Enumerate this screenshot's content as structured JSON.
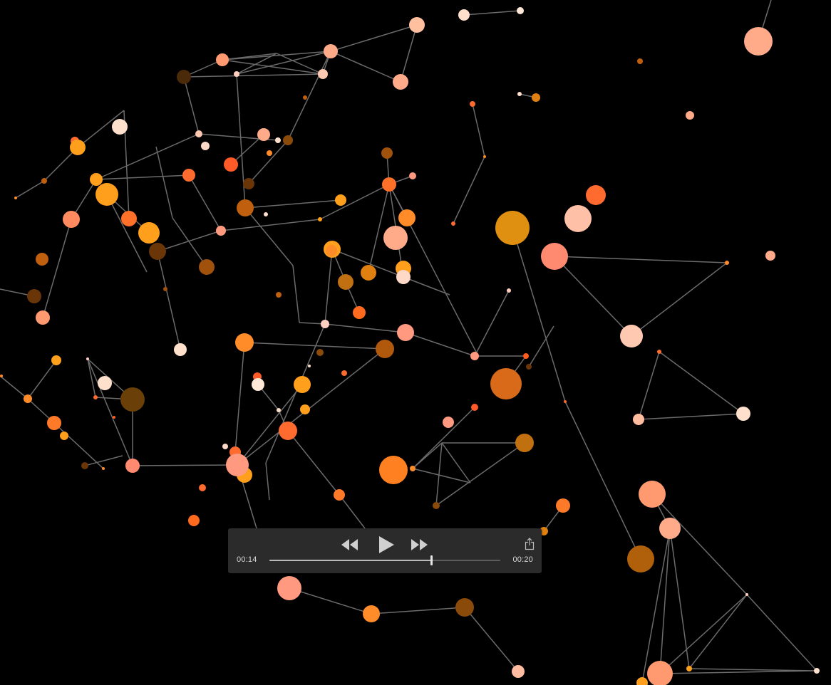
{
  "player": {
    "current_time": "00:14",
    "total_time": "00:20",
    "progress": 0.7,
    "buttons": {
      "rewind_icon": "rewind-icon",
      "play_icon": "play-icon",
      "forward_icon": "fast-forward-icon",
      "share_icon": "share-icon"
    }
  },
  "colors": {
    "background": "#000000",
    "edge": "#6b6b6b",
    "controls_bg": "#2b2b2b",
    "node_palette": [
      "#ff8c28",
      "#ff6a2e",
      "#ff9f1c",
      "#ffab8a",
      "#ff8a70",
      "#ffe0cc",
      "#e09010",
      "#c0600e",
      "#8a4a0a",
      "#4a2a08"
    ]
  }
}
